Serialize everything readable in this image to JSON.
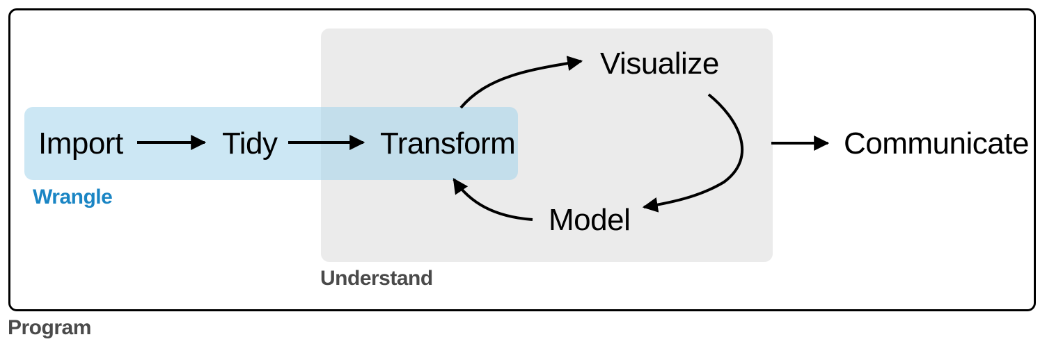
{
  "groups": {
    "program": "Program",
    "understand": "Understand",
    "wrangle": "Wrangle"
  },
  "nodes": {
    "import": "Import",
    "tidy": "Tidy",
    "transform": "Transform",
    "visualize": "Visualize",
    "model": "Model",
    "communicate": "Communicate"
  },
  "colors": {
    "wrangle_label": "#1a85c4",
    "understand_label": "#4a4a4a",
    "program_label": "#4a4a4a",
    "wrangle_fill": "#a2d3eb",
    "understand_fill": "#ebebeb"
  }
}
